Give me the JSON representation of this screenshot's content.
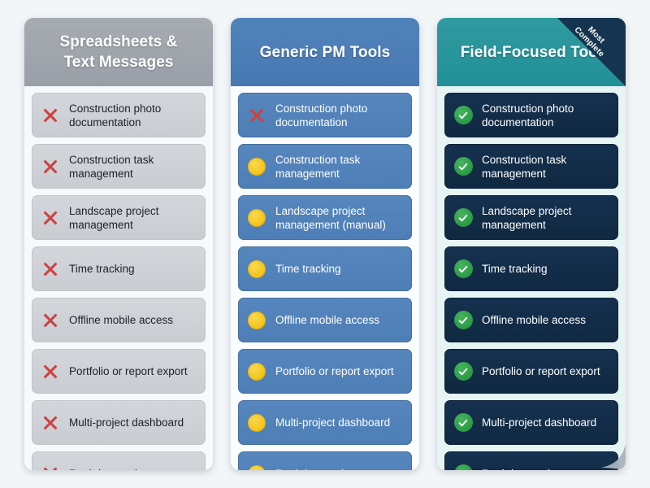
{
  "colors": {
    "page_background": "#f3f6f9",
    "header_grey": "#9aa0a8",
    "header_blue": "#4878b2",
    "header_teal": "#229097",
    "row_grey": "#c9ccd1",
    "row_blue": "#4e7eb6",
    "row_navy": "#102942",
    "cross_red": "#cc4343",
    "partial_yellow": "#f3c41c",
    "check_green": "#2d9c46",
    "ribbon_navy": "#15344f"
  },
  "features": [
    "Construction photo documentation",
    "Construction task management",
    "Landscape project management",
    "Time tracking",
    "Offline mobile access",
    "Portfolio or report export",
    "Multi-project dashboard",
    "Real-time updates"
  ],
  "columns": [
    {
      "id": "spreadsheets-text-messages",
      "title": "Spreadsheets & Text Messages",
      "title_line1": "Spreadsheets &",
      "title_line2": "Text Messages",
      "ribbon": null,
      "rows": [
        {
          "label": "Construction photo documentation",
          "status": "cross",
          "status_icon": "x-mark-icon"
        },
        {
          "label": "Construction task management",
          "status": "cross",
          "status_icon": "x-mark-icon"
        },
        {
          "label": "Landscape project management",
          "status": "cross",
          "status_icon": "x-mark-icon"
        },
        {
          "label": "Time tracking",
          "status": "cross",
          "status_icon": "x-mark-icon"
        },
        {
          "label": "Offline mobile access",
          "status": "cross",
          "status_icon": "x-mark-icon"
        },
        {
          "label": "Portfolio or report export",
          "status": "cross",
          "status_icon": "x-mark-icon"
        },
        {
          "label": "Multi-project dashboard",
          "status": "cross",
          "status_icon": "x-mark-icon"
        },
        {
          "label": "Real-time updates",
          "status": "cross",
          "status_icon": "x-mark-icon"
        }
      ]
    },
    {
      "id": "generic-pm-tools",
      "title": "Generic PM Tools",
      "title_line1": "Generic PM Tools",
      "title_line2": "",
      "ribbon": null,
      "rows": [
        {
          "label": "Construction photo documentation",
          "status": "cross",
          "status_icon": "x-mark-icon"
        },
        {
          "label": "Construction task management",
          "status": "partial",
          "status_icon": "partial-dot-icon"
        },
        {
          "label": "Landscape project management (manual)",
          "status": "partial",
          "status_icon": "partial-dot-icon"
        },
        {
          "label": "Time tracking",
          "status": "partial",
          "status_icon": "partial-dot-icon"
        },
        {
          "label": "Offline mobile access",
          "status": "partial",
          "status_icon": "partial-dot-icon"
        },
        {
          "label": "Portfolio or report export",
          "status": "partial",
          "status_icon": "partial-dot-icon"
        },
        {
          "label": "Multi-project dashboard",
          "status": "partial",
          "status_icon": "partial-dot-icon"
        },
        {
          "label": "Real-time updates",
          "status": "partial",
          "status_icon": "partial-dot-icon"
        }
      ]
    },
    {
      "id": "field-focused-tool",
      "title": "Field-Focused Tool",
      "title_line1": "Field-Focused Tool",
      "title_line2": "",
      "ribbon": {
        "line1": "Most",
        "line2": "Complete",
        "text": "Most Complete"
      },
      "rows": [
        {
          "label": "Construction photo documentation",
          "status": "check",
          "status_icon": "check-circle-icon"
        },
        {
          "label": "Construction task management",
          "status": "check",
          "status_icon": "check-circle-icon"
        },
        {
          "label": "Landscape project management",
          "status": "check",
          "status_icon": "check-circle-icon"
        },
        {
          "label": "Time tracking",
          "status": "check",
          "status_icon": "check-circle-icon"
        },
        {
          "label": "Offline mobile access",
          "status": "check",
          "status_icon": "check-circle-icon"
        },
        {
          "label": "Portfolio or report export",
          "status": "check",
          "status_icon": "check-circle-icon"
        },
        {
          "label": "Multi-project dashboard",
          "status": "check",
          "status_icon": "check-circle-icon"
        },
        {
          "label": "Real-time updates",
          "status": "check",
          "status_icon": "check-circle-icon"
        }
      ]
    }
  ]
}
